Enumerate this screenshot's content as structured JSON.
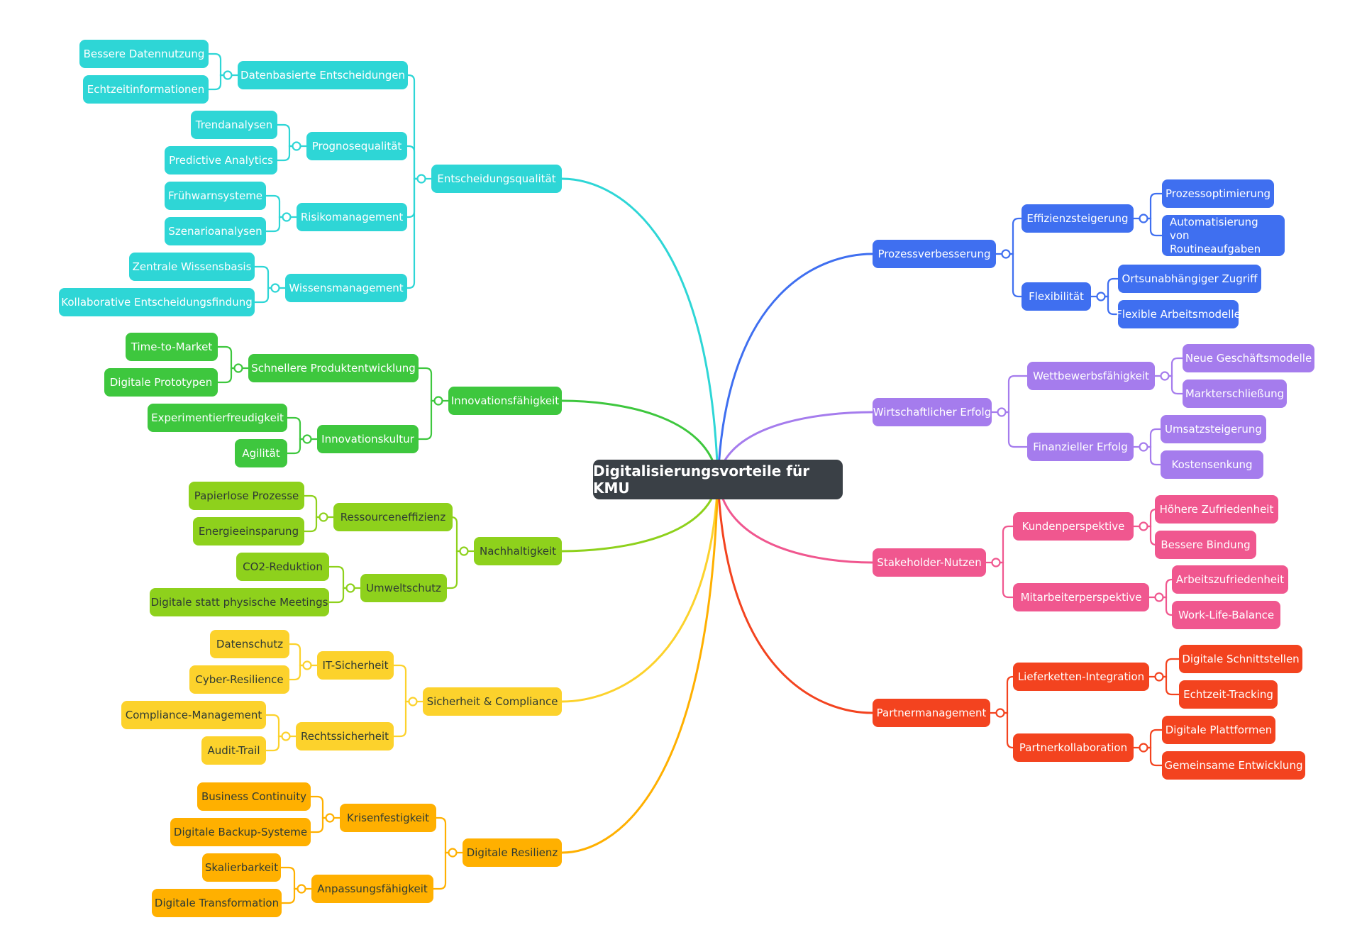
{
  "root": {
    "title": "Digitalisierungsvorteile für KMU",
    "color": "#3a4046"
  },
  "branches": [
    {
      "label": "Entscheidungsqualität",
      "color": "#2ed6d6",
      "side": "left",
      "children": [
        {
          "label": "Datenbasierte Entscheidungen",
          "children": [
            "Bessere Datennutzung",
            "Echtzeitinformationen"
          ]
        },
        {
          "label": "Prognosequalität",
          "children": [
            "Trendanalysen",
            "Predictive Analytics"
          ]
        },
        {
          "label": "Risikomanagement",
          "children": [
            "Frühwarnsysteme",
            "Szenarioanalysen"
          ]
        },
        {
          "label": "Wissensmanagement",
          "children": [
            "Zentrale Wissensbasis",
            "Kollaborative Entscheidungsfindung"
          ]
        }
      ]
    },
    {
      "label": "Innovationsfähigkeit",
      "color": "#3ec73e",
      "side": "left",
      "children": [
        {
          "label": "Schnellere Produktentwicklung",
          "children": [
            "Time-to-Market",
            "Digitale Prototypen"
          ]
        },
        {
          "label": "Innovationskultur",
          "children": [
            "Experimentierfreudigkeit",
            "Agilität"
          ]
        }
      ]
    },
    {
      "label": "Nachhaltigkeit",
      "color": "#8ed11c",
      "side": "left",
      "children": [
        {
          "label": "Ressourceneffizienz",
          "children": [
            "Papierlose Prozesse",
            "Energieeinsparung"
          ]
        },
        {
          "label": "Umweltschutz",
          "children": [
            "CO2-Reduktion",
            "Digitale statt physische Meetings"
          ]
        }
      ]
    },
    {
      "label": "Sicherheit & Compliance",
      "color": "#fcd22c",
      "side": "left",
      "children": [
        {
          "label": "IT-Sicherheit",
          "children": [
            "Datenschutz",
            "Cyber-Resilience"
          ]
        },
        {
          "label": "Rechtssicherheit",
          "children": [
            "Compliance-Management",
            "Audit-Trail"
          ]
        }
      ]
    },
    {
      "label": "Digitale Resilienz",
      "color": "#ffb000",
      "side": "left",
      "children": [
        {
          "label": "Krisenfestigkeit",
          "children": [
            "Business Continuity",
            "Digitale Backup-Systeme"
          ]
        },
        {
          "label": "Anpassungsfähigkeit",
          "children": [
            "Skalierbarkeit",
            "Digitale Transformation"
          ]
        }
      ]
    },
    {
      "label": "Prozessverbesserung",
      "color": "#3f6ff0",
      "side": "right",
      "children": [
        {
          "label": "Effizienzsteigerung",
          "children": [
            "Prozessoptimierung",
            "Automatisierung von Routineaufgaben"
          ]
        },
        {
          "label": "Flexibilität",
          "children": [
            "Ortsunabhängiger Zugriff",
            "Flexible Arbeitsmodelle"
          ]
        }
      ]
    },
    {
      "label": "Wirtschaftlicher Erfolg",
      "color": "#a57ced",
      "side": "right",
      "children": [
        {
          "label": "Wettbewerbsfähigkeit",
          "children": [
            "Neue Geschäftsmodelle",
            "Markterschließung"
          ]
        },
        {
          "label": "Finanzieller Erfolg",
          "children": [
            "Umsatzsteigerung",
            "Kostensenkung"
          ]
        }
      ]
    },
    {
      "label": "Stakeholder-Nutzen",
      "color": "#f0578f",
      "side": "right",
      "children": [
        {
          "label": "Kundenperspektive",
          "children": [
            "Höhere Zufriedenheit",
            "Bessere Bindung"
          ]
        },
        {
          "label": "Mitarbeiterperspektive",
          "children": [
            "Arbeitszufriedenheit",
            "Work-Life-Balance"
          ]
        }
      ]
    },
    {
      "label": "Partnermanagement",
      "color": "#f3431f",
      "side": "right",
      "children": [
        {
          "label": "Lieferketten-Integration",
          "children": [
            "Digitale Schnittstellen",
            "Echtzeit-Tracking"
          ]
        },
        {
          "label": "Partnerkollaboration",
          "children": [
            "Digitale Plattformen",
            "Gemeinsame Entwicklung"
          ]
        }
      ]
    }
  ]
}
